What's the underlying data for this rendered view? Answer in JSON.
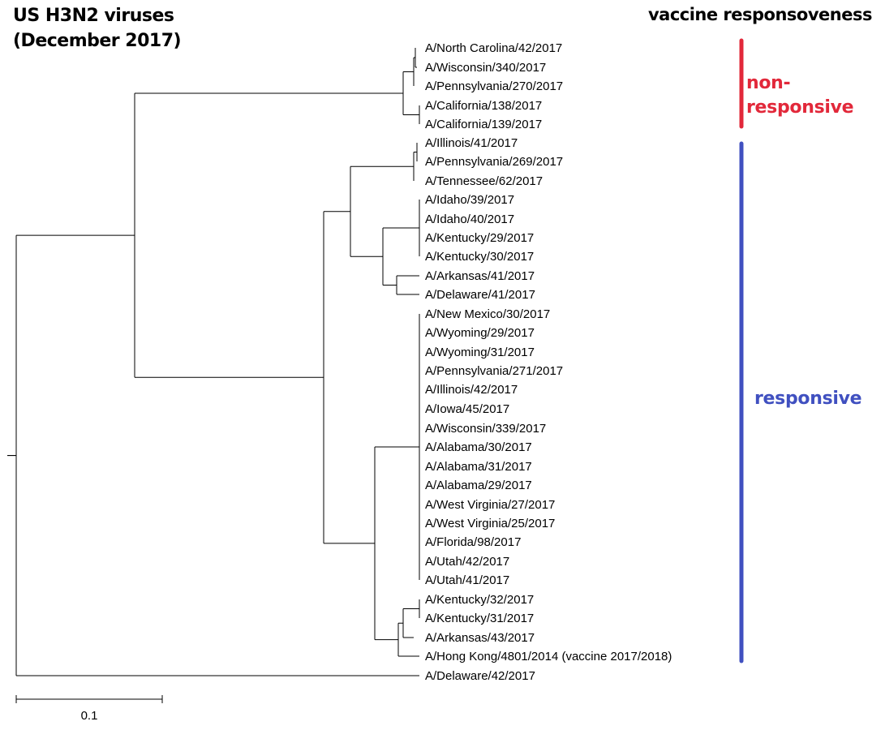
{
  "title": {
    "line1": "US H3N2 viruses",
    "line2": "(December 2017)"
  },
  "header_right": "vaccine responsoveness",
  "groups": {
    "non_responsive": {
      "line1": "non-",
      "line2": "responsive",
      "color": "#e2283a"
    },
    "responsive": {
      "label": "responsive",
      "color": "#4050c0"
    }
  },
  "tree_color": "#000000",
  "scale_bar": {
    "label": "0.1",
    "length": 0.1
  },
  "taxa": [
    "A/North Carolina/42/2017",
    "A/Wisconsin/340/2017",
    "A/Pennsylvania/270/2017",
    "A/California/138/2017",
    "A/California/139/2017",
    "A/Illinois/41/2017",
    "A/Pennsylvania/269/2017",
    "A/Tennessee/62/2017",
    "A/Idaho/39/2017",
    "A/Idaho/40/2017",
    "A/Kentucky/29/2017",
    "A/Kentucky/30/2017",
    "A/Arkansas/41/2017",
    "A/Delaware/41/2017",
    "A/New Mexico/30/2017",
    "A/Wyoming/29/2017",
    "A/Wyoming/31/2017",
    "A/Pennsylvania/271/2017",
    "A/Illinois/42/2017",
    "A/Iowa/45/2017",
    "A/Wisconsin/339/2017",
    "A/Alabama/30/2017",
    "A/Alabama/31/2017",
    "A/Alabama/29/2017",
    "A/West Virginia/27/2017",
    "A/West Virginia/25/2017",
    "A/Florida/98/2017",
    "A/Utah/42/2017",
    "A/Utah/41/2017",
    "A/Kentucky/32/2017",
    "A/Kentucky/31/2017",
    "A/Arkansas/43/2017",
    "A/Hong Kong/4801/2014 (vaccine 2017/2018)",
    "A/Delaware/42/2017"
  ]
}
